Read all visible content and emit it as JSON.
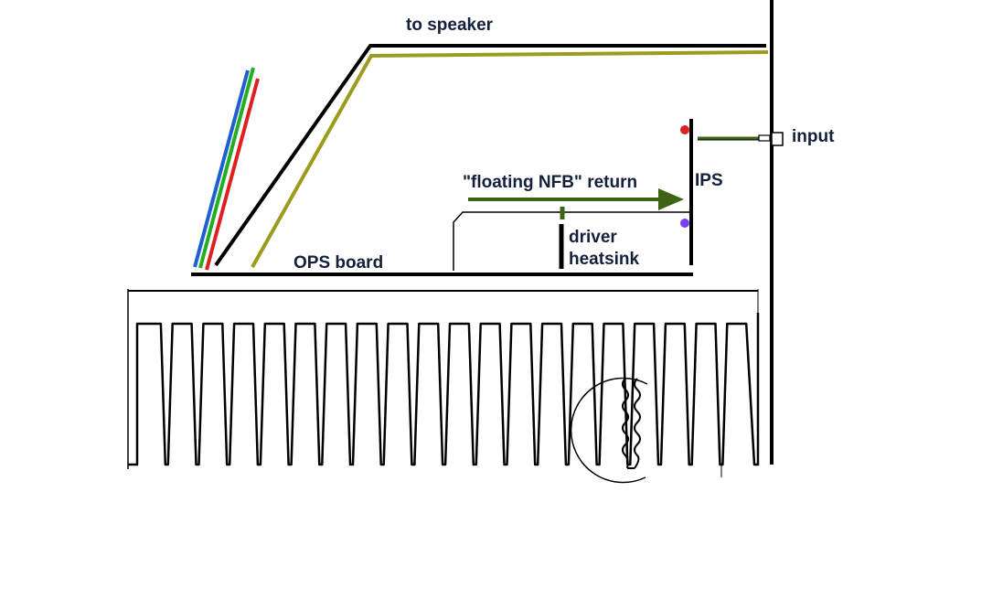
{
  "labels": {
    "to_speaker": "to speaker",
    "input": "input",
    "ips": "IPS",
    "floating_nfb": "\"floating NFB\" return",
    "driver_heatsink_line1": "driver",
    "driver_heatsink_line2": "heatsink",
    "ops_board": "OPS board"
  },
  "colors": {
    "line": "#000000",
    "speaker_return": "#9b9b1e",
    "nfb_arrow": "#3d6414",
    "wire_blue": "#1f5fd0",
    "wire_green": "#22b022",
    "wire_red": "#e02020",
    "dot_red": "#e02020",
    "dot_purple": "#7a3ff0",
    "label_text": "#141f3c"
  },
  "heatsink": {
    "fin_count": 20
  }
}
